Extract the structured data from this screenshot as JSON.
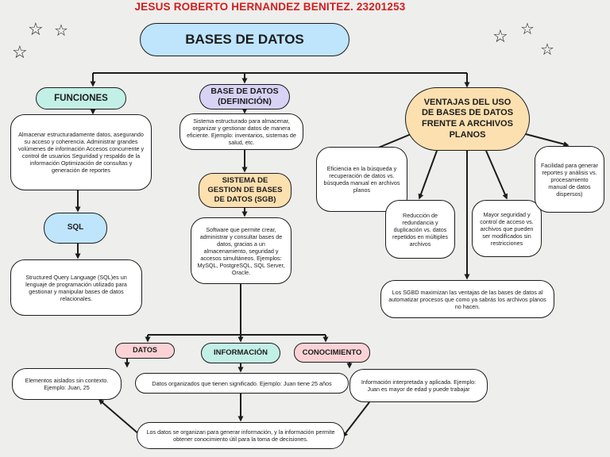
{
  "header": {
    "author": "JESUS ROBERTO HERNANDEZ BENITEZ. 23201253"
  },
  "colors": {
    "author": "#d21d1d",
    "blue": "#bfe5fd",
    "teal": "#c3f0e6",
    "lavender": "#d8d2f5",
    "peach": "#fde0b0",
    "pink": "#fbd3d6"
  },
  "main_title": "BASES DE DATOS",
  "funciones": {
    "title": "FUNCIONES",
    "desc": "Almacenar estructuradamente datos, asegurando su acceso y coherencia. Administrar grandes volúmenes de información Accesos concurrente y control de usuarios Seguridad y respaldo de la información Optimización de consultas y generación de reportes"
  },
  "sql": {
    "title": "SQL",
    "desc": "Structured Query Language (SQL)es un lenguaje de programación utilizado para gestionar y manipular bases de datos relacionales."
  },
  "definicion": {
    "title": "BASE DE DATOS (DEFINICIÓN)",
    "desc": "Sistema estructurado para almacenar, organizar y gestionar datos de manera eficiente. Ejemplo: inventarios, sistemas de salud, etc."
  },
  "sgb": {
    "title": "SISTEMA DE GESTION DE BASES DE DATOS (SGB)",
    "desc": "Software que permite crear, administrar y consultar bases de datos, gracias a un almacenamiento, seguridad y accesos simultáneos. Ejemplos: MySQL, PostgreSQL, SQL Server, Oracle."
  },
  "ventajas": {
    "title": "VENTAJAS DEL USO DE BASES DE DATOS FRENTE A ARCHIVOS PLANOS",
    "eficiencia": "Eficiencia en la búsqueda y recuperación de datos vs. búsqueda manual en archivos planos",
    "reduccion": "Reducción de redundancia y duplicación vs. datos repetidos en múltiples archivos",
    "seguridad": "Mayor seguridad y control de acceso vs. archivos que pueden ser modificados sin restricciones",
    "facilidad": "Facilidad para generar reportes y análisis vs. procesamiento manual de datos dispersos)",
    "conclusion": "Los SGBD maximizan las ventajas de las bases de datos al automatizar procesos que como ya sabrás los archivos planos no hacen."
  },
  "datos": {
    "title": "DATOS",
    "desc": "Elementos aislados sin contexto. Ejemplo: Juan, 25"
  },
  "informacion": {
    "title": "INFORMACIÓN",
    "desc": "Datos organizados que tienen significado. Ejemplo: Juan tiene 25 años"
  },
  "conocimiento": {
    "title": "CONOCIMIENTO",
    "desc": "Información interpretada y aplicada. Ejemplo: Juan es mayor de edad y puede trabajar"
  },
  "ciclo": "Los datos se organizan para generar información, y la información permite obtener conocimiento útil para la toma de decisiones."
}
